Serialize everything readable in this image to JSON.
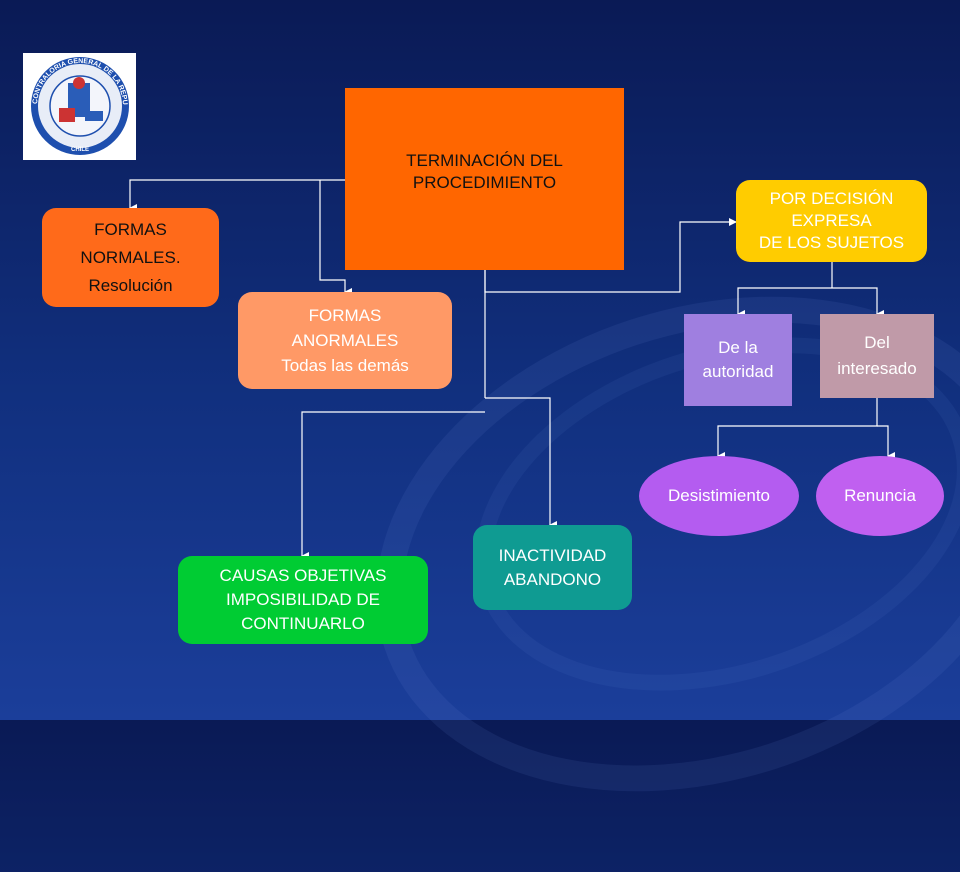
{
  "nodes": {
    "root": "TERMINACIÓN DEL\nPROCEDIMIENTO",
    "normal": "FORMAS\nNORMALES.\nResolución",
    "abnormal": "FORMAS\nANORMALES\nTodas las demás",
    "decision": "POR DECISIÓN\nEXPRESA\nDE LOS SUJETOS",
    "authority": "De la\nautoridad",
    "interested": "Del\ninteresado",
    "desist": "Desistimiento",
    "renounce": "Renuncia",
    "inactivity": "INACTIVIDAD\nABANDONO",
    "objective": "CAUSAS OBJETIVAS\nIMPOSIBILIDAD DE\nCONTINUARLO"
  },
  "logo": {
    "ring_text": "CONTRALORIA GENERAL DE LA REPUBLICA",
    "bottom_text": "CHILE"
  },
  "colors": {
    "root": "#ff6600",
    "normal": "#ff6a1a",
    "abnormal": "#ff9966",
    "decision": "#ffcc00",
    "authority": "#9f7fe0",
    "interested": "#c09aa8",
    "desist": "#b45cf0",
    "renounce": "#c060f0",
    "inactivity": "#0f9b92",
    "objective": "#00cc33",
    "connector": "#ffffff"
  }
}
